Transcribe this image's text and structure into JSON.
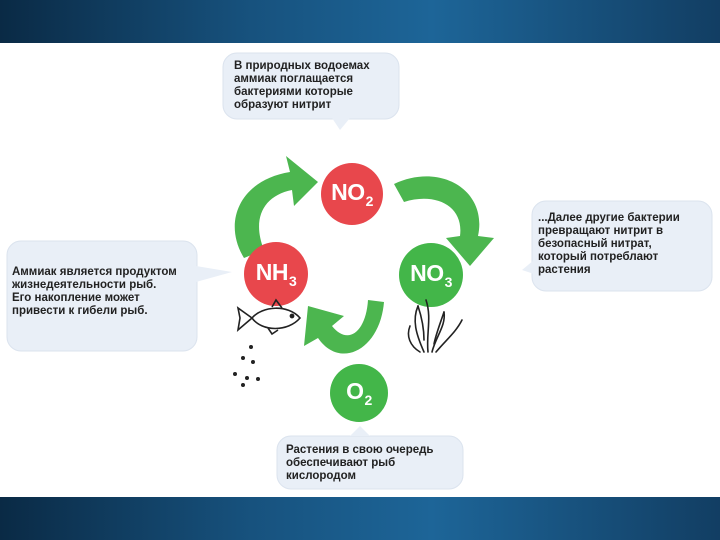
{
  "bubbles": {
    "top": "В природных водоемах\nаммиак поглащается\nбактериями которые\nобразуют нитрит",
    "right": "...Далее другие бактерии\nпревращают нитрит в\nбезопасный нитрат,\nкоторый потреблают\nрастения",
    "left": "Аммиак является продуктом\nжизнедеятельности рыб.\nЕго накопление может\nпривести к гибели рыб.",
    "bottom": "Растения в свою очередь\nобеспечивают рыб\nкислородом"
  },
  "nodes": {
    "no2": {
      "symbol": "NO",
      "sub": "2"
    },
    "nh3": {
      "symbol": "NH",
      "sub": "3"
    },
    "no3": {
      "symbol": "NO",
      "sub": "3"
    },
    "o2": {
      "symbol": "O",
      "sub": "2"
    }
  },
  "colors": {
    "header_band": "#17527e",
    "bubble_fill": "#e9eff7",
    "arrow_green": "#4cb64f",
    "node_red": "#e8474c",
    "node_green": "#43b649"
  },
  "icons": [
    "fish-icon",
    "waste-dots-icon",
    "water-plant-icon"
  ]
}
